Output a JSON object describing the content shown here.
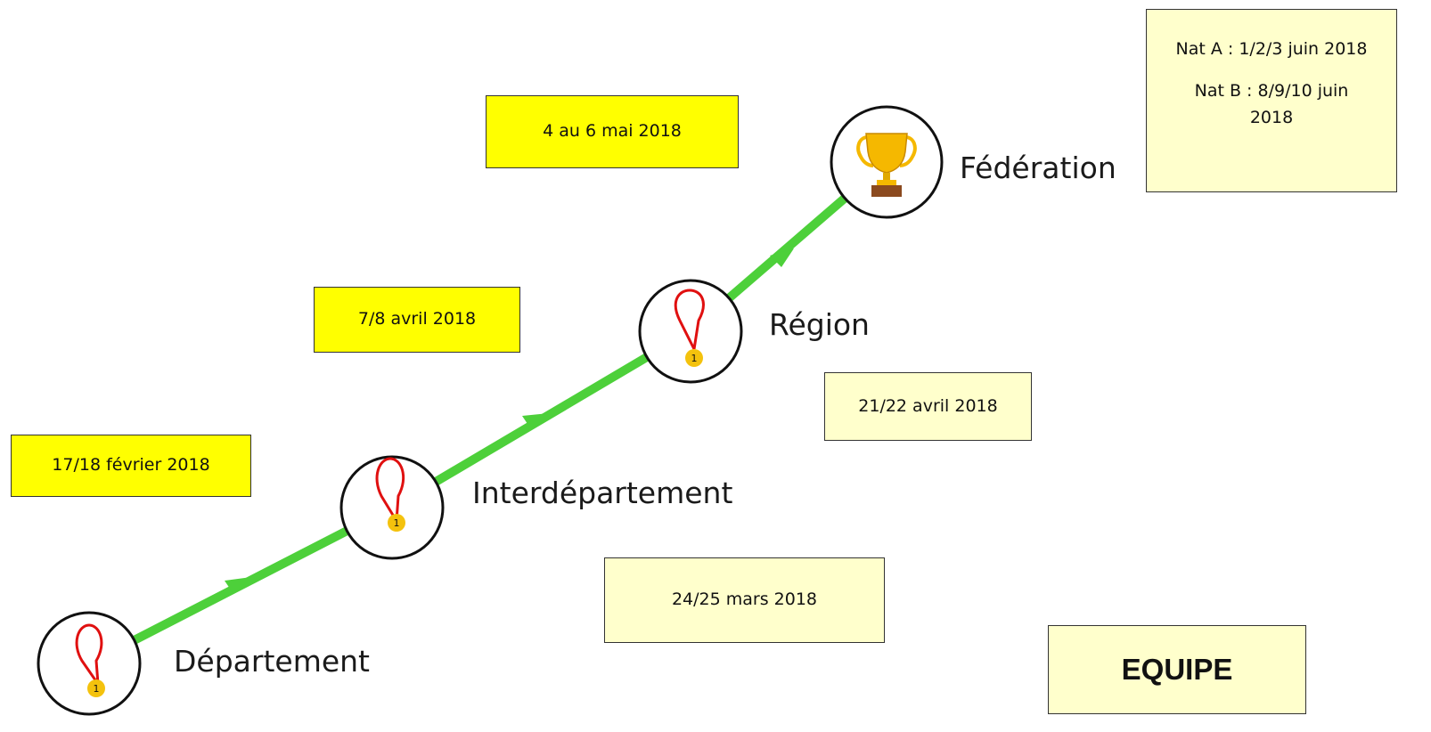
{
  "stages": [
    {
      "id": "departement",
      "label": "Département",
      "icon": "medal-icon"
    },
    {
      "id": "interdepartement",
      "label": "Interdépartement",
      "icon": "medal-icon"
    },
    {
      "id": "region",
      "label": "Région",
      "icon": "medal-icon"
    },
    {
      "id": "federation",
      "label": "Fédération",
      "icon": "trophy-icon"
    }
  ],
  "dates": {
    "departement": "17/18 février 2018",
    "interdepartement_a": "7/8 avril  2018",
    "interdepartement_b": "24/25 mars 2018",
    "region_a": "4 au 6 mai 2018",
    "region_b": "21/22 avril 2018"
  },
  "nationals": {
    "nat_a": "Nat A : 1/2/3 juin 2018",
    "nat_b": "Nat B : 8/9/10 juin 2018"
  },
  "team_label": "EQUIPE",
  "medal_number": "1",
  "colors": {
    "path": "#4dd03a",
    "bright_box": "#ffff00",
    "pale_box": "#ffffcc",
    "medal_ribbon": "#e01010",
    "medal_coin": "#f4c20d",
    "trophy_gold": "#f5b800",
    "trophy_base": "#8b4a1f"
  }
}
